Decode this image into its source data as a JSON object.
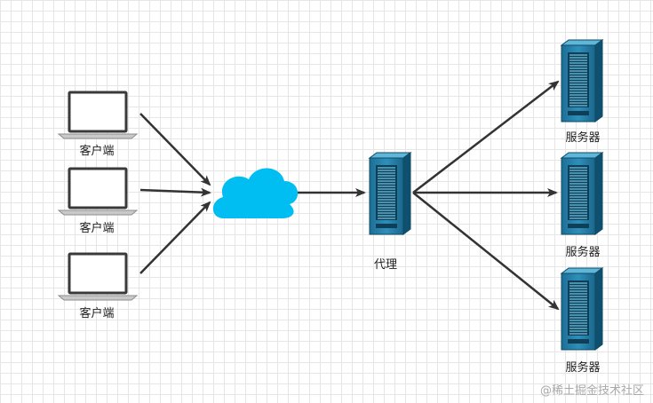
{
  "nodes": {
    "clients": [
      {
        "label": "客户端"
      },
      {
        "label": "客户端"
      },
      {
        "label": "客户端"
      }
    ],
    "proxy": {
      "label": "代理"
    },
    "servers": [
      {
        "label": "服务器"
      },
      {
        "label": "服务器"
      },
      {
        "label": "服务器"
      }
    ]
  },
  "watermark": "@稀土掘金技术社区",
  "colors": {
    "cloud": "#00bef2",
    "server_dark": "#10506f",
    "server_mid": "#1e7fa8",
    "server_light": "#58b3d6",
    "arrow": "#333333",
    "laptop_outline": "#3a3a3a"
  },
  "icons": {
    "client": "laptop-icon",
    "network": "cloud-icon",
    "proxy": "server-icon",
    "server": "server-icon"
  }
}
